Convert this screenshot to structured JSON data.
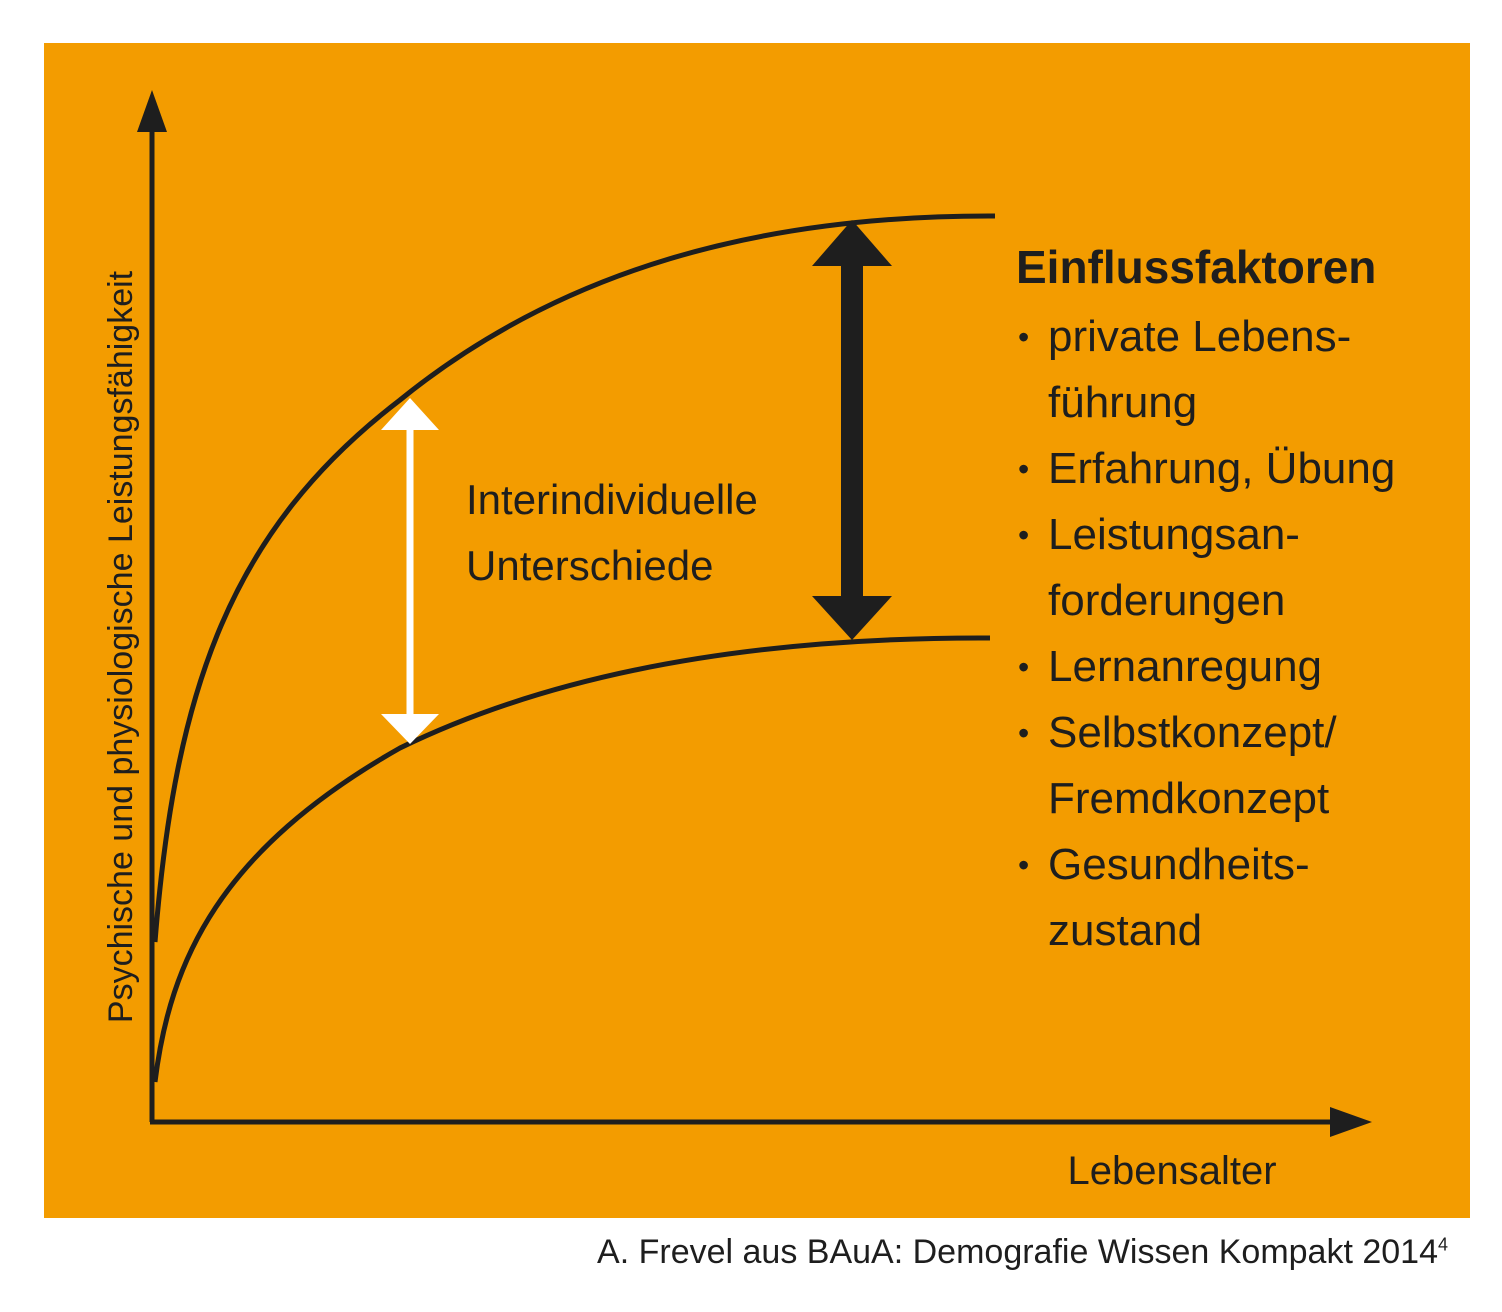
{
  "colors": {
    "background": "#f39c00",
    "ink": "#1e1e1e",
    "white_arrow": "#ffffff"
  },
  "axes": {
    "y_label": "Psychische und physiologische Leistungsfähigkeit",
    "x_label": "Lebensalter"
  },
  "callout": {
    "line1": "Interindividuelle",
    "line2": "Unterschiede"
  },
  "factors": {
    "title": "Einflussfaktoren",
    "items": [
      "private Lebens-\nführung",
      "Erfahrung, Übung",
      "Leistungsan-\nforderungen",
      "Lernanregung",
      "Selbstkonzept/\nFremdkonzept",
      "Gesundheits-\nzustand"
    ]
  },
  "caption": {
    "text": "A. Frevel aus BAuA: Demografie Wissen Kompakt 2014",
    "footnote": "4"
  }
}
